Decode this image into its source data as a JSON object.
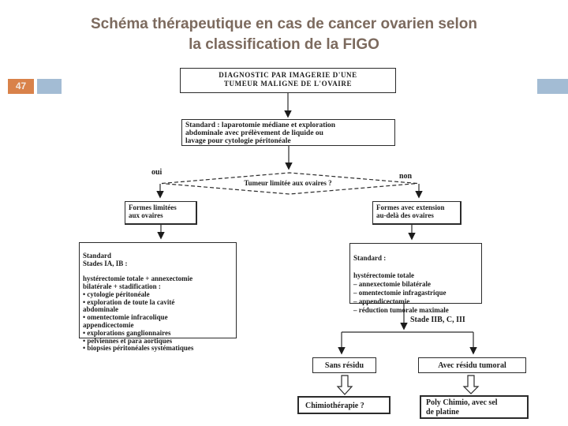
{
  "slide": {
    "title": "Schéma thérapeutique en cas de cancer ovarien selon\nla classification de la FIGO",
    "page_number": "47",
    "colors": {
      "title_text": "#7c6a5e",
      "page_number_bg": "#d9824a",
      "accent_bar": "#a3bcd4",
      "box_border": "#2b2b2b"
    }
  },
  "flowchart": {
    "diagnosis_box": "DIAGNOSTIC PAR IMAGERIE D'UNE\nTUMEUR MALIGNE DE L'OVAIRE",
    "laparotomy_box": "Standard : laparotomie médiane et exploration\nabdominale avec prélèvement de liquide ou\nlavage pour cytologie péritonéale",
    "decision_question": "Tumeur limitée aux ovaires ?",
    "yes_label": "oui",
    "no_label": "non",
    "limited_box": "Formes limitées\naux ovaires",
    "extended_box": "Formes avec extension\nau-delà des ovaires",
    "standard_left": {
      "heading": "Standard\nStades IA, IB :",
      "body": "hystérectomie totale + annexectomie\nbilatérale + stadification :\n• cytologie péritonéale\n• exploration de toute la cavité\n   abdominale\n• omentectomie infracolique\n   appendicectomie\n• explorations ganglionnaires\n• pelviennes et para aortiques\n• biopsies péritonéales systématiques"
    },
    "standard_right": {
      "heading": "Standard :",
      "body": "hystérectomie totale\n– annexectomie bilatérale\n– omentectomie infragastrique\n– appendicectomie\n– réduction tumorale maximale"
    },
    "stage_label": "Stade IIB, C, III",
    "no_residue_box": "Sans résidu",
    "residue_box": "Avec résidu tumoral",
    "chemo_box": "Chimiothérapie ?",
    "poly_chemo_box": "Poly Chimio, avec sel\nde platine"
  }
}
